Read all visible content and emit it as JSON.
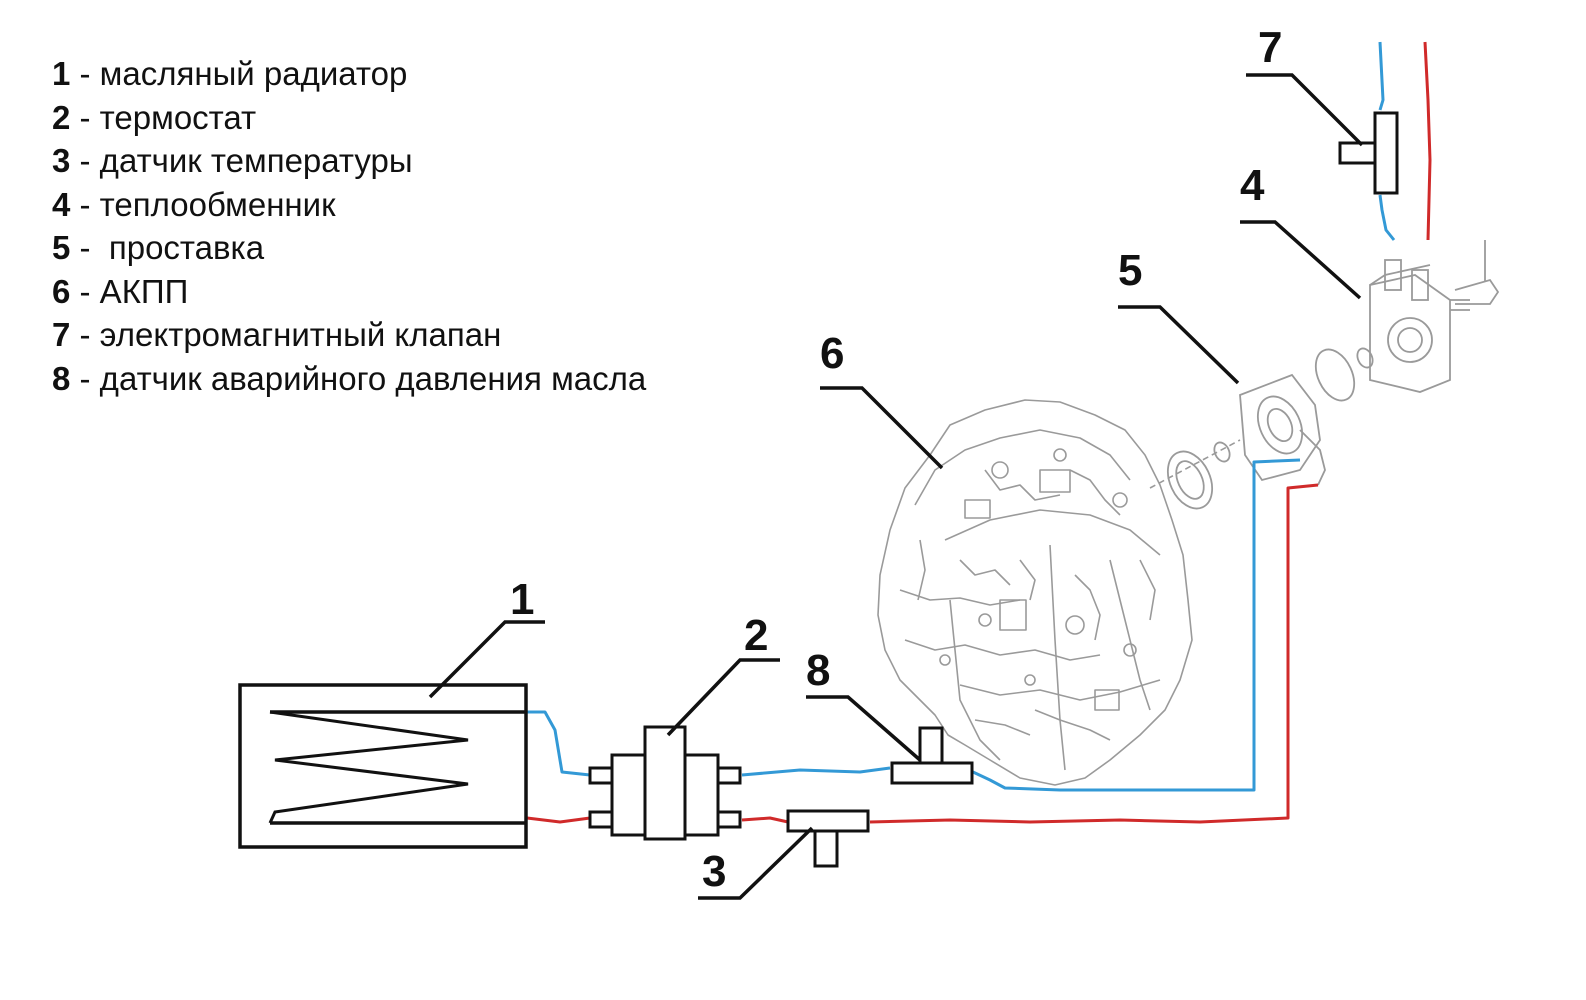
{
  "legend": [
    {
      "num": "1",
      "text": " - масляный радиатор"
    },
    {
      "num": "2",
      "text": " - термостат"
    },
    {
      "num": "3",
      "text": " - датчик температуры"
    },
    {
      "num": "4",
      "text": " - теплообменник"
    },
    {
      "num": "5",
      "text": " -  проставка"
    },
    {
      "num": "6",
      "text": " - АКПП"
    },
    {
      "num": "7",
      "text": " - электромагнитный клапан"
    },
    {
      "num": "8",
      "text": " - датчик аварийного давления масла"
    }
  ],
  "callouts": {
    "radiator": "1",
    "thermostat": "2",
    "temp_sensor": "3",
    "heat_exchanger": "4",
    "spacer": "5",
    "transmission": "6",
    "solenoid_valve": "7",
    "pressure_sensor": "8"
  },
  "colors": {
    "cold_line": "#3399d6",
    "hot_line": "#d02a2a",
    "ink": "#111111",
    "sketch": "#9a9a9a"
  }
}
